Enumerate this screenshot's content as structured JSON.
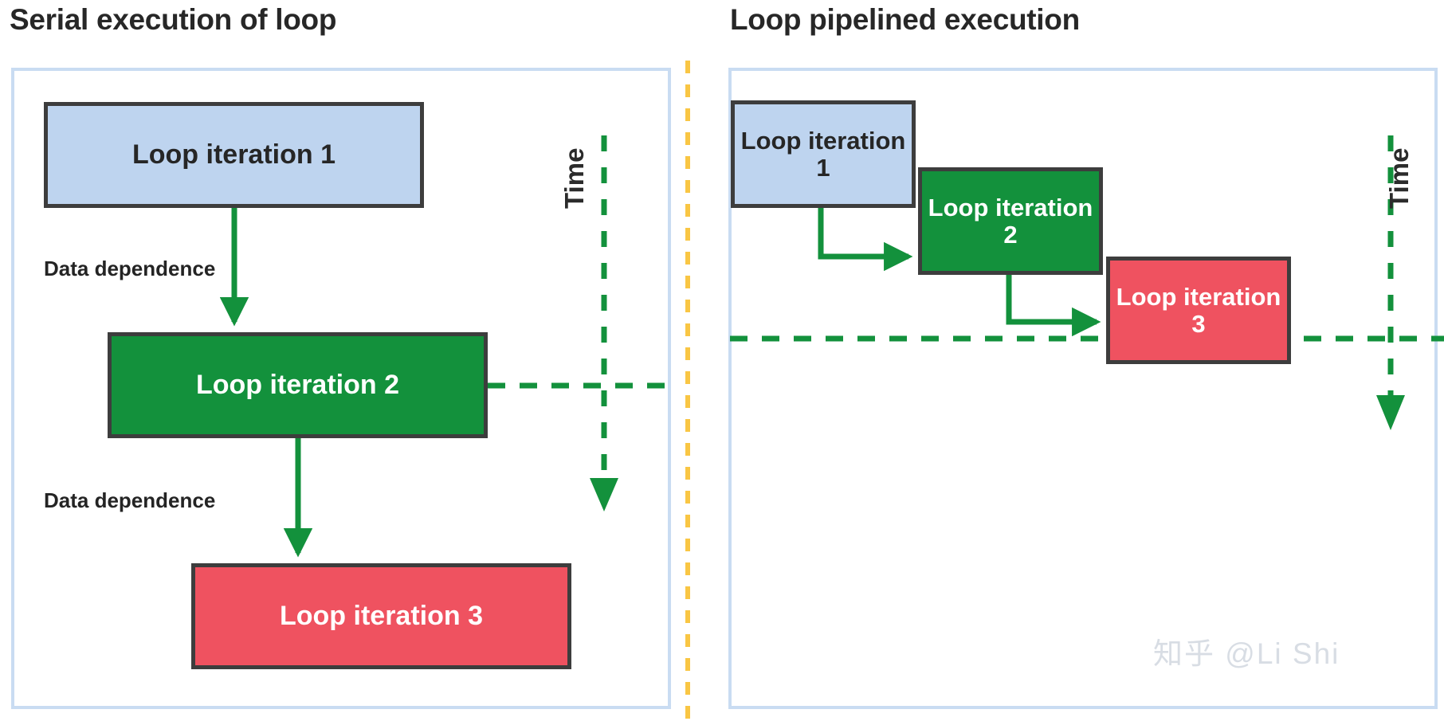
{
  "panels": {
    "left": {
      "title": "Serial execution of loop",
      "boxes": [
        {
          "label": "Loop iteration 1",
          "color": "#bed4ef",
          "kind": "blue"
        },
        {
          "label": "Loop iteration 2",
          "color": "#13913c",
          "kind": "green"
        },
        {
          "label": "Loop iteration 3",
          "color": "#ef5260",
          "kind": "red"
        }
      ],
      "edge_labels": [
        "Data dependence",
        "Data dependence"
      ],
      "time_axis_label": "Time"
    },
    "right": {
      "title": "Loop pipelined execution",
      "boxes": [
        {
          "label": "Loop iteration 1",
          "color": "#bed4ef",
          "kind": "blue"
        },
        {
          "label": "Loop iteration 2",
          "color": "#13913c",
          "kind": "green"
        },
        {
          "label": "Loop iteration 3",
          "color": "#ef5260",
          "kind": "red"
        }
      ],
      "time_axis_label": "Time"
    }
  },
  "watermark": "知乎 @Li Shi",
  "colors": {
    "blue_fill": "#bed4ef",
    "green_fill": "#13913c",
    "red_fill": "#ef5260",
    "box_border": "#3d3d3d",
    "panel_border": "#c9dcf2",
    "arrow_green": "#13913c",
    "divider_yellow": "#f9c644",
    "title_text": "#272727",
    "watermark_text": "#d8dde4"
  }
}
